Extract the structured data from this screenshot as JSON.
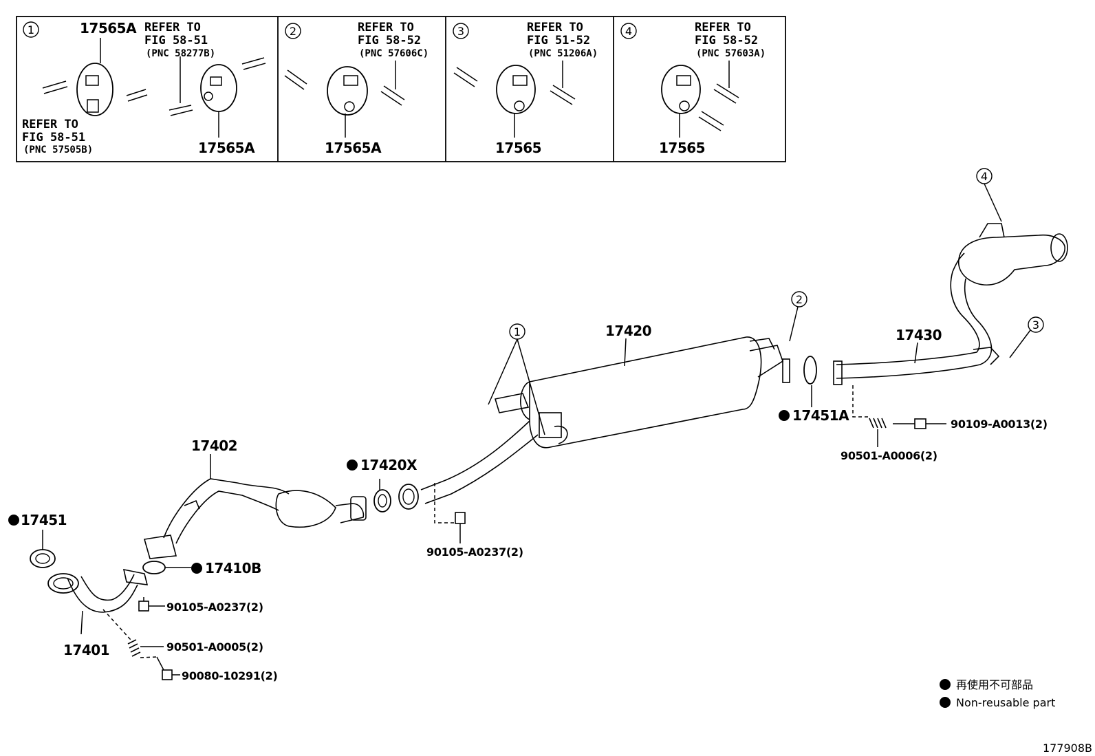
{
  "insets": [
    {
      "num": "1",
      "refer_lines": [
        "REFER TO",
        "FIG 58-51",
        "(PNC 58277B)"
      ],
      "refer_lines_2": [
        "REFER TO",
        "FIG 58-51",
        "(PNC 57505B)"
      ],
      "part_top": "17565A",
      "part_bottom": "17565A"
    },
    {
      "num": "2",
      "refer_lines": [
        "REFER TO",
        "FIG 58-52",
        "(PNC 57606C)"
      ],
      "part_bottom": "17565A"
    },
    {
      "num": "3",
      "refer_lines": [
        "REFER TO",
        "FIG 51-52",
        "(PNC 51206A)"
      ],
      "part_bottom": "17565"
    },
    {
      "num": "4",
      "refer_lines": [
        "REFER TO",
        "FIG 58-52",
        "(PNC 57603A)"
      ],
      "part_bottom": "17565"
    }
  ],
  "callouts": [
    "1",
    "2",
    "3",
    "4"
  ],
  "parts": {
    "p17420": "17420",
    "p17430": "17430",
    "p17402": "17402",
    "p17401": "17401",
    "p17451": "17451",
    "p17451A": "17451A",
    "p17420X": "17420X",
    "p17410B": "17410B",
    "b_90109": "90109-A0013(2)",
    "b_90501_6": "90501-A0006(2)",
    "b_90105_mid": "90105-A0237(2)",
    "b_90105_low": "90105-A0237(2)",
    "b_90501_5": "90501-A0005(2)",
    "b_90080": "90080-10291(2)"
  },
  "legend": {
    "line1": "再使用不可部品",
    "line2": "Non-reusable part"
  },
  "figure_code": "177908B"
}
